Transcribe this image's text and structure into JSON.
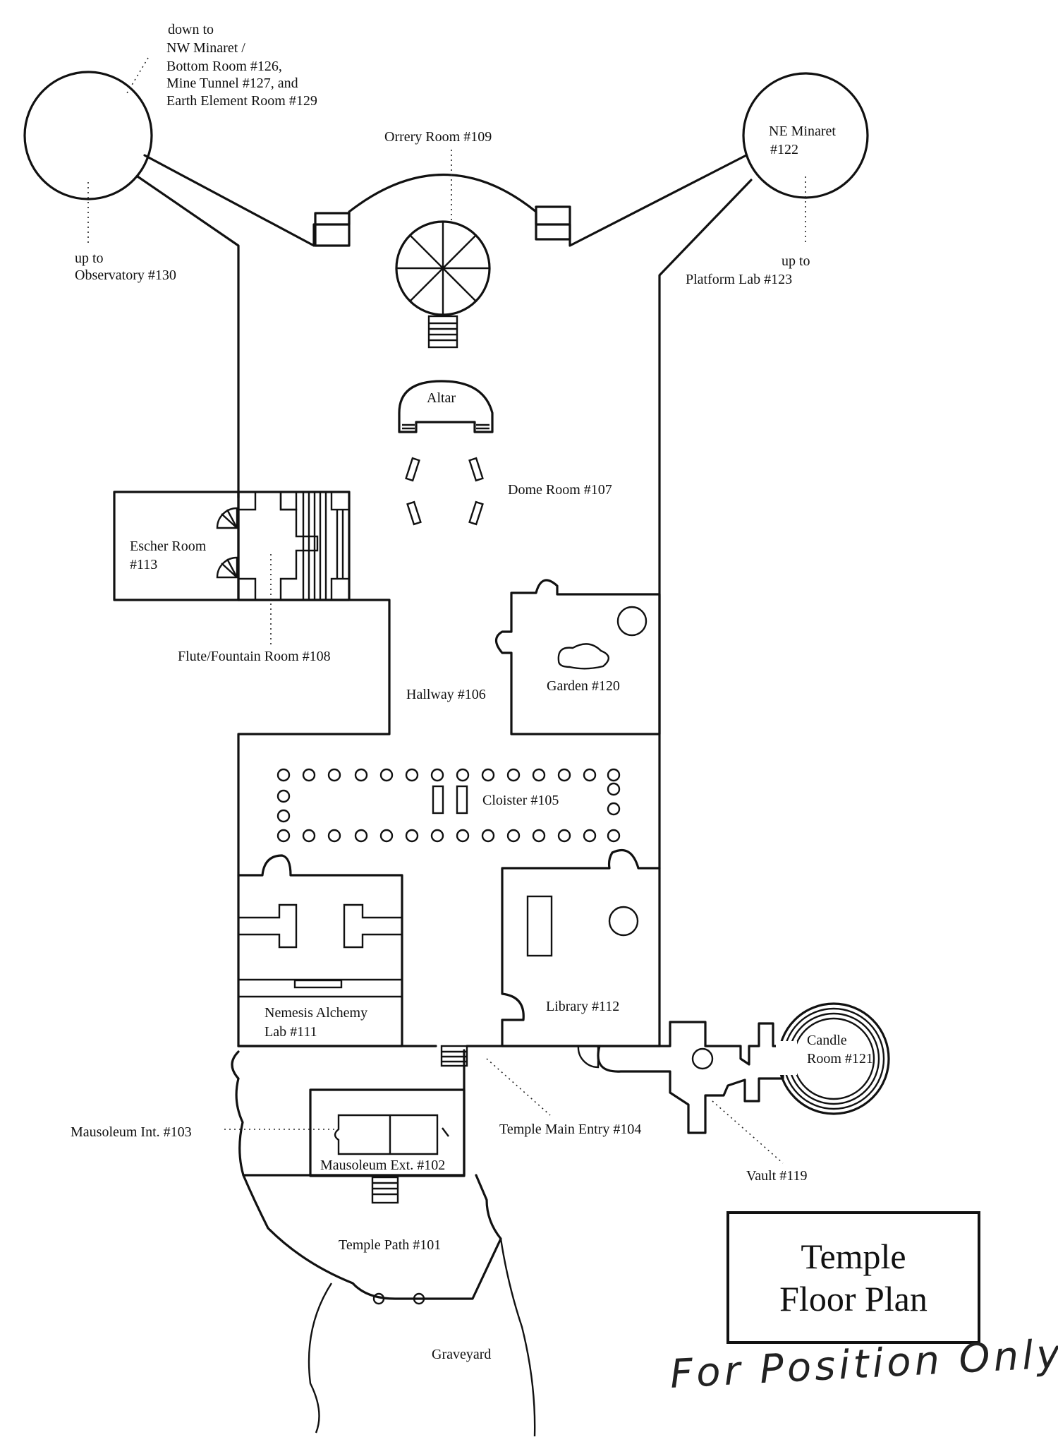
{
  "map": {
    "labels": {
      "down_to": "down to",
      "nw_minaret": "NW Minaret /",
      "bottom_room": "Bottom Room #126,",
      "mine_tunnel": "Mine Tunnel #127, and",
      "earth_element": "Earth Element Room #129",
      "orrery_room": "Orrery Room #109",
      "ne_minaret_1": "NE Minaret",
      "ne_minaret_2": "#122",
      "up_to_left": "up to",
      "observatory": "Observatory #130",
      "up_to_right": "up to",
      "platform_lab": "Platform Lab #123",
      "altar": "Altar",
      "dome_room": "Dome Room #107",
      "escher_room_1": "Escher Room",
      "escher_room_2": "#113",
      "flute_fountain": "Flute/Fountain Room #108",
      "hallway": "Hallway #106",
      "garden": "Garden #120",
      "cloister": "Cloister #105",
      "library": "Library #112",
      "nemesis_1": "Nemesis Alchemy",
      "nemesis_2": "Lab #111",
      "candle_1": "Candle",
      "candle_2": "Room #121",
      "mausoleum_int": "Mausoleum Int. #103",
      "mausoleum_ext": "Mausoleum Ext. #102",
      "main_entry": "Temple Main Entry #104",
      "vault": "Vault #119",
      "temple_path": "Temple Path #101",
      "graveyard": "Graveyard"
    },
    "title_line1": "Temple",
    "title_line2": "Floor Plan",
    "note": "For Position Only!"
  }
}
